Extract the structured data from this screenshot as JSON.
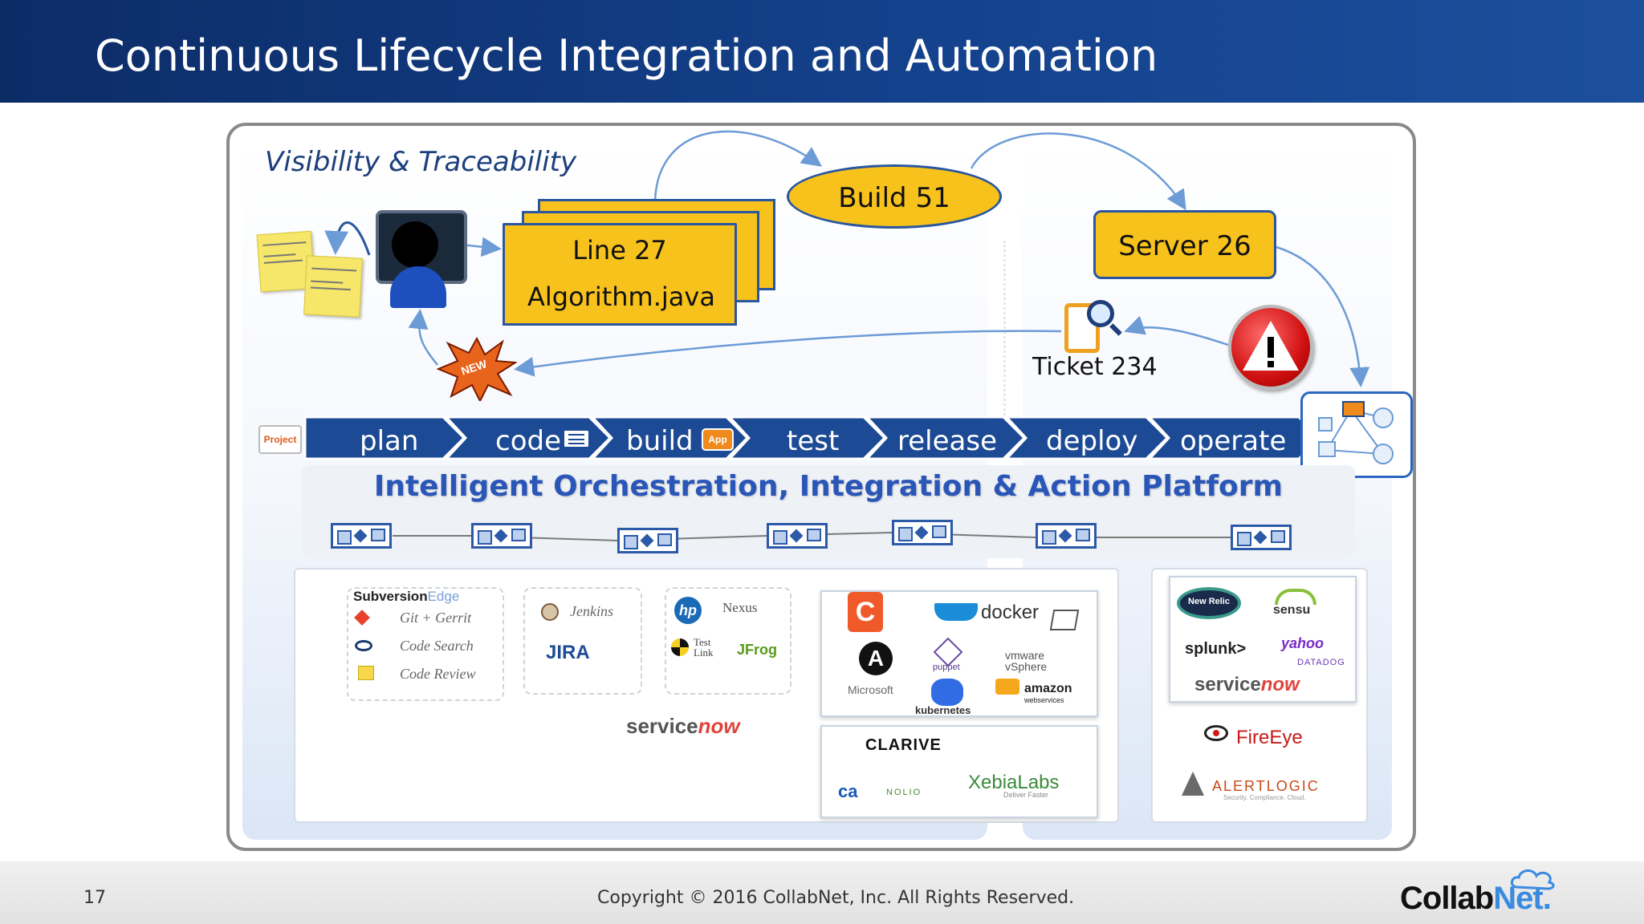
{
  "slide": {
    "title": "Continuous Lifecycle Integration and Automation",
    "page_number": "17",
    "copyright": "Copyright © 2016 CollabNet, Inc.  All Rights Reserved.",
    "brand_logo": "CollabNet",
    "brand_logo_part1": "Collab",
    "brand_logo_part2": "Net."
  },
  "diagram": {
    "heading": "Visibility & Traceability",
    "line_card": {
      "line1": "Line 27",
      "line2": "Algorithm.java"
    },
    "build_label": "Build 51",
    "server_label": "Server 26",
    "ticket_label": "Ticket 234",
    "new_badge": "NEW",
    "project_badge": "Project",
    "app_badge": "App",
    "phases": [
      "plan",
      "code",
      "build",
      "test",
      "release",
      "deploy",
      "operate"
    ],
    "platform_title": "Intelligent Orchestration, Integration & Action Platform",
    "colors": {
      "title_bar": "#14418c",
      "phase_bar": "#1c4a94",
      "callout_fill": "#f8c21c",
      "callout_border": "#2a56a0",
      "platform_text": "#2a56b8"
    }
  },
  "tools": {
    "group1": [
      "SubversionEdge",
      "Git + Gerrit",
      "Code Search",
      "Code Review"
    ],
    "group1_parts": [
      "Subversion",
      "Edge"
    ],
    "group2": [
      "Jenkins",
      "JIRA"
    ],
    "group3": [
      "hp",
      "Nexus",
      "Test Link",
      "JFrog"
    ],
    "servicenow_left": "servicenow",
    "servicenow_parts": [
      "service",
      "now"
    ],
    "deploy_group": [
      "C",
      "docker",
      "A",
      "puppet",
      "vmware vSphere",
      "Microsoft",
      "kubernetes",
      "amazon webservices"
    ],
    "vmware_parts": [
      "vmware",
      "vSphere"
    ],
    "amazon_parts": [
      "amazon",
      "webservices"
    ],
    "release_group": [
      "CLARIVE",
      "ca",
      "NOLIO",
      "XebiaLabs"
    ],
    "xebia_tagline": "Deliver Faster",
    "monitor_group": [
      "New Relic",
      "sensu",
      "splunk>",
      "yahoo",
      "DATADOG",
      "servicenow"
    ],
    "security_group": [
      "FireEye",
      "ALERTLOGIC"
    ],
    "alertlogic_tagline": "Security. Compliance. Cloud."
  }
}
